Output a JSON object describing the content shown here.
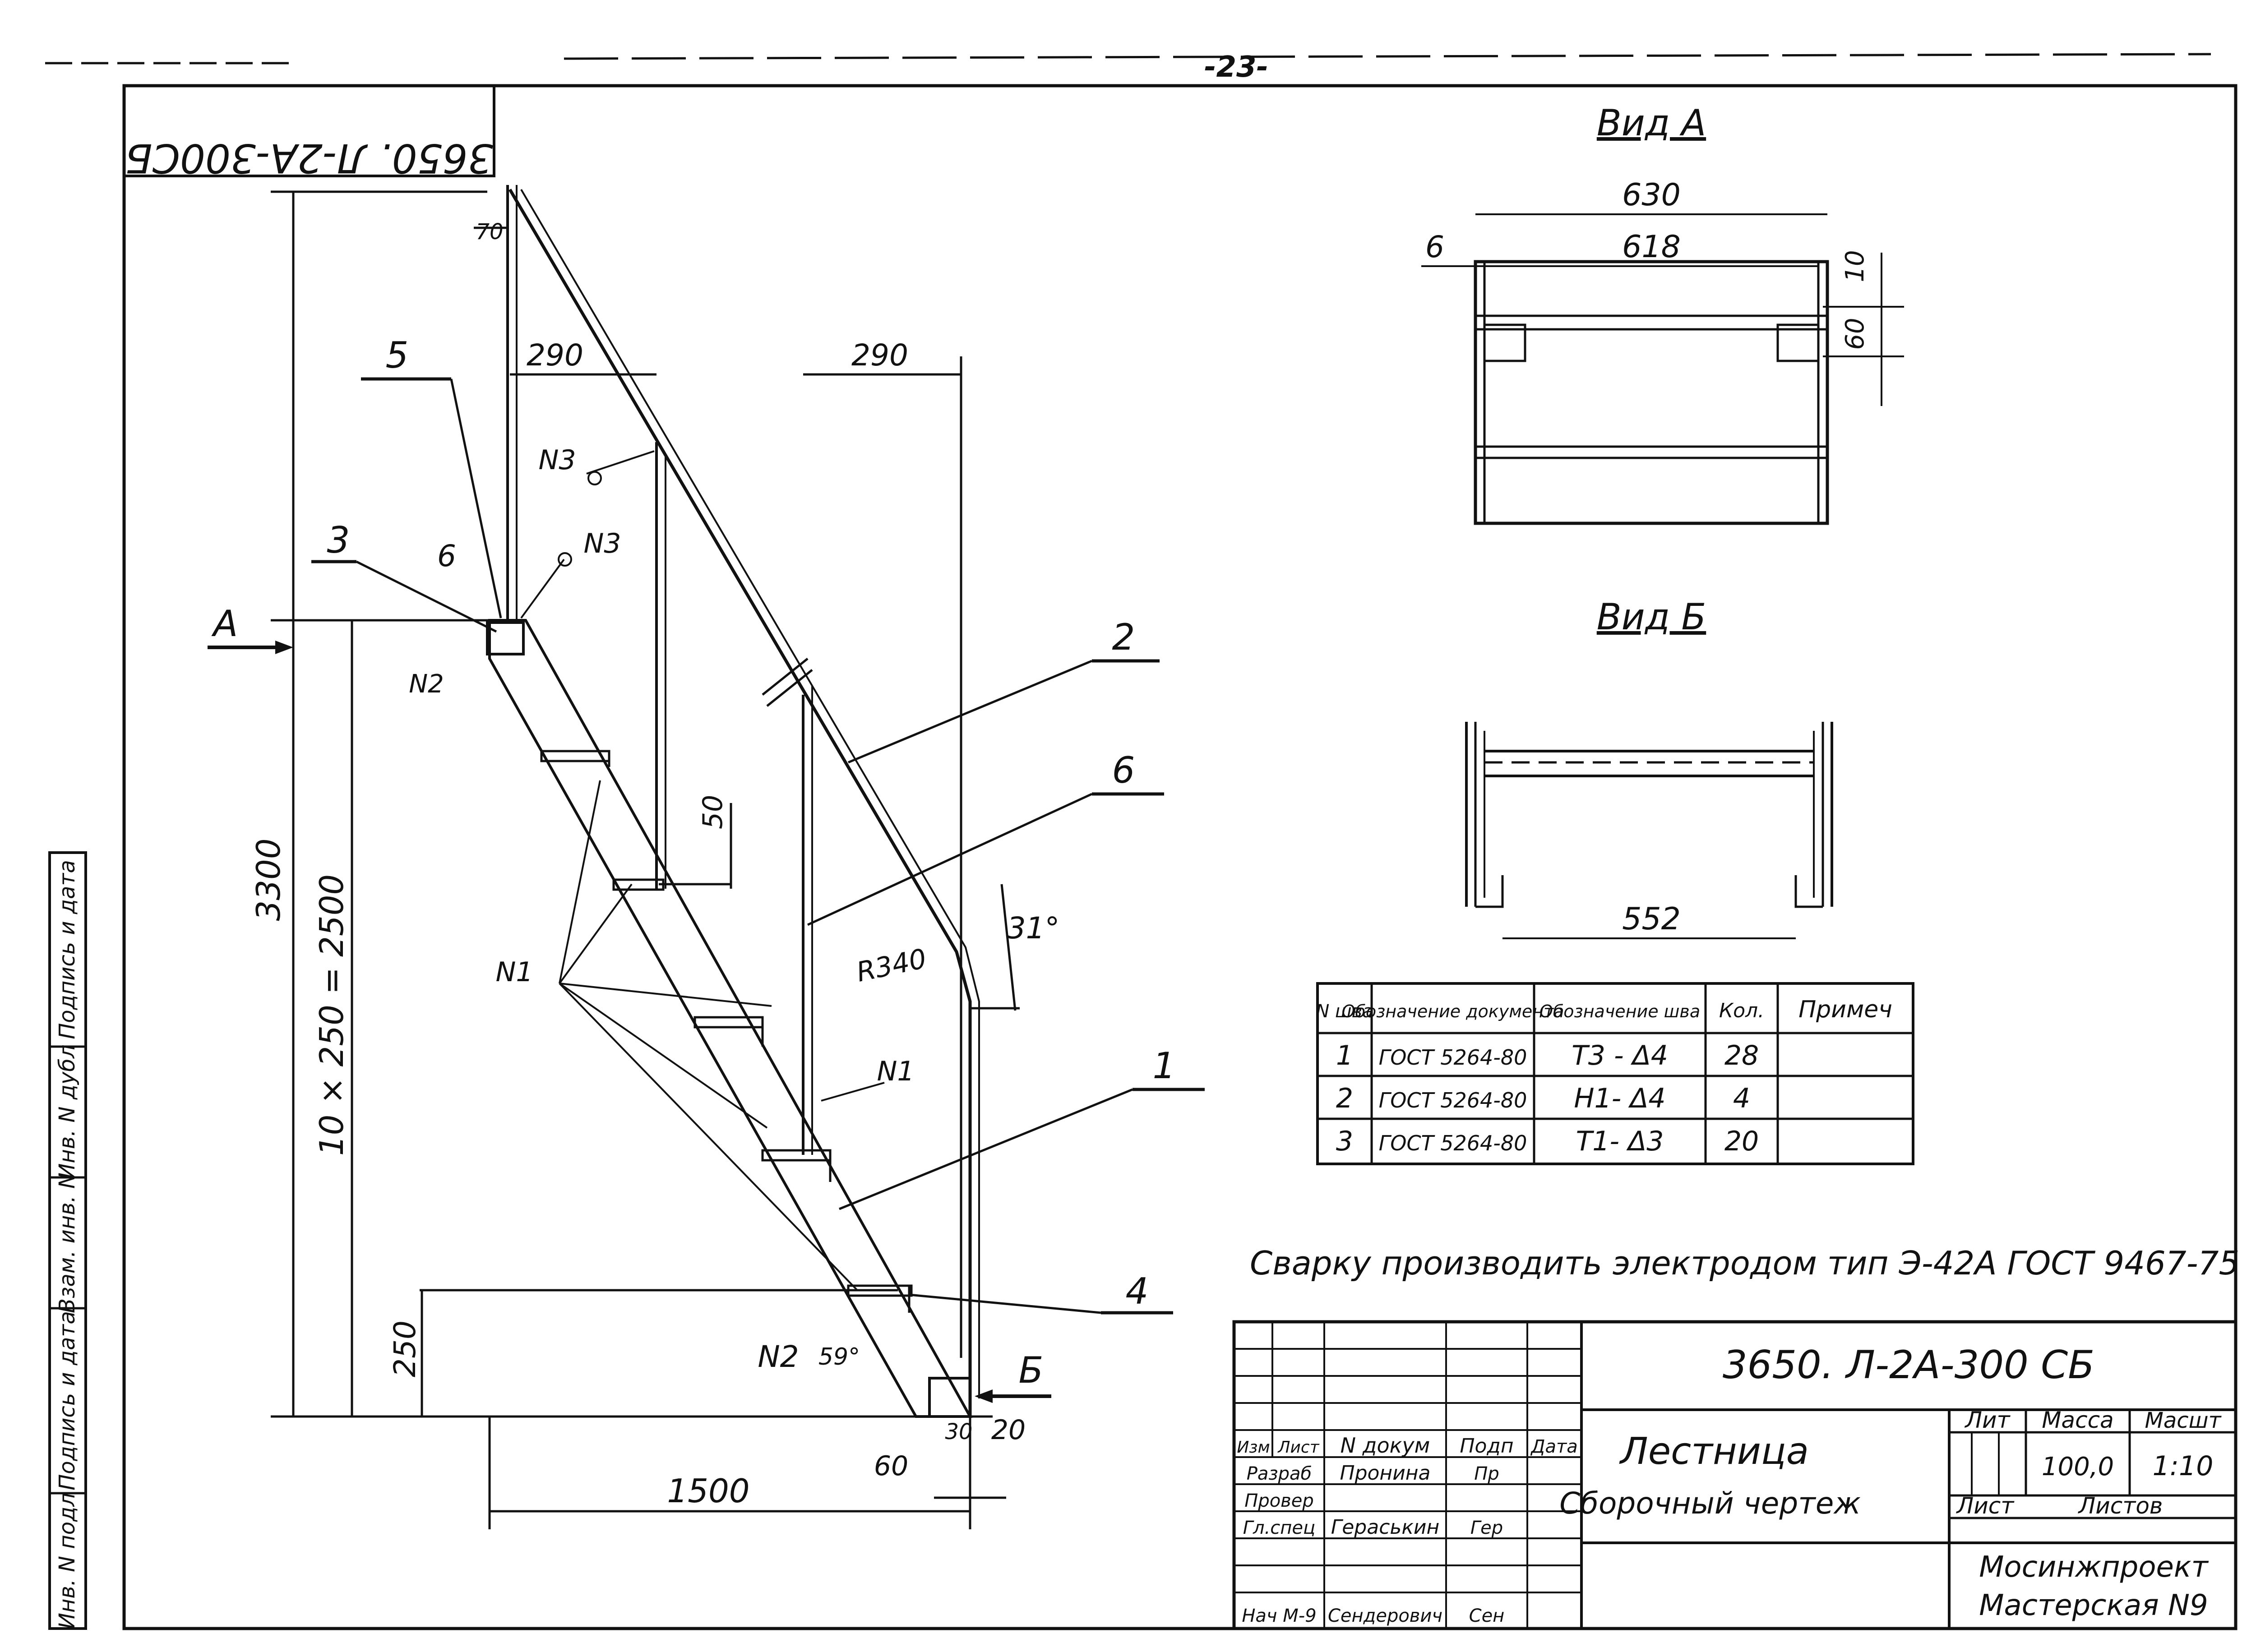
{
  "page_number": "-23-",
  "stamp_code_mirrored": "3650. Л-2А-300СБ",
  "views": {
    "view_a_title": "Вид А",
    "view_b_title": "Вид Б"
  },
  "dimensions": {
    "d630": "630",
    "d618": "618",
    "d6_view": "6",
    "d10": "10",
    "d60_view": "60",
    "d552": "552",
    "d70": "70",
    "d290_a": "290",
    "d290_b": "290",
    "d6_side": "6",
    "d3300": "3300",
    "d_steps": "10 × 250 = 2500",
    "d250": "250",
    "d50": "50",
    "d1500": "1500",
    "d60_bottom": "60",
    "d30": "30",
    "d20": "20",
    "r340": "R340",
    "a31": "31°",
    "a59": "59°"
  },
  "callouts": {
    "c1": "1",
    "c2": "2",
    "c3": "3",
    "c4": "4",
    "c5": "5",
    "c6": "6",
    "view_a_arrow": "А",
    "view_b_arrow": "Б"
  },
  "weld_marks": {
    "n1_left": "N1",
    "n1_right": "N1",
    "n2_top": "N2",
    "n2_bottom": "N2",
    "n3_top": "N3",
    "n3_mid": "N3"
  },
  "weld_table": {
    "headers": [
      "N шва",
      "Обозначение документа",
      "Обозначение шва",
      "Кол.",
      "Примеч"
    ],
    "rows": [
      [
        "1",
        "ГОСТ 5264-80",
        "Т3 - Δ4",
        "28",
        ""
      ],
      [
        "2",
        "ГОСТ 5264-80",
        "Н1- Δ4",
        "4",
        ""
      ],
      [
        "3",
        "ГОСТ 5264-80",
        "Т1- Δ3",
        "20",
        ""
      ]
    ]
  },
  "note": "Сварку производить электродом тип Э-42А ГОСТ 9467-75",
  "title_block": {
    "code": "3650. Л-2А-300 СБ",
    "title": "Лестница",
    "subtitle": "Сборочный чертеж",
    "col_headers": [
      "Изм",
      "Лист",
      "N докум",
      "Подп",
      "Дата"
    ],
    "people": [
      {
        "role": "Разраб",
        "name": "Пронина",
        "sign": "Пр"
      },
      {
        "role": "Провер",
        "name": "",
        "sign": ""
      },
      {
        "role": "Гл.спец",
        "name": "Гераськин",
        "sign": "Гер"
      },
      {
        "role": "Нач М-9",
        "name": "Сендерович",
        "sign": "Сен"
      }
    ],
    "lit_label": "Лит",
    "mass_label": "Масса",
    "scale_label": "Масшт",
    "mass_value": "100,0",
    "scale_value": "1:10",
    "sheet_label": "Лист",
    "sheets_label": "Листов",
    "org1": "Мосинжпроект",
    "org2": "Мастерская N9"
  },
  "margin_strip": [
    "Инв. N подл",
    "Подпись и дата",
    "Взам. инв. N",
    "Инв. N дубл",
    "Подпись и дата"
  ]
}
